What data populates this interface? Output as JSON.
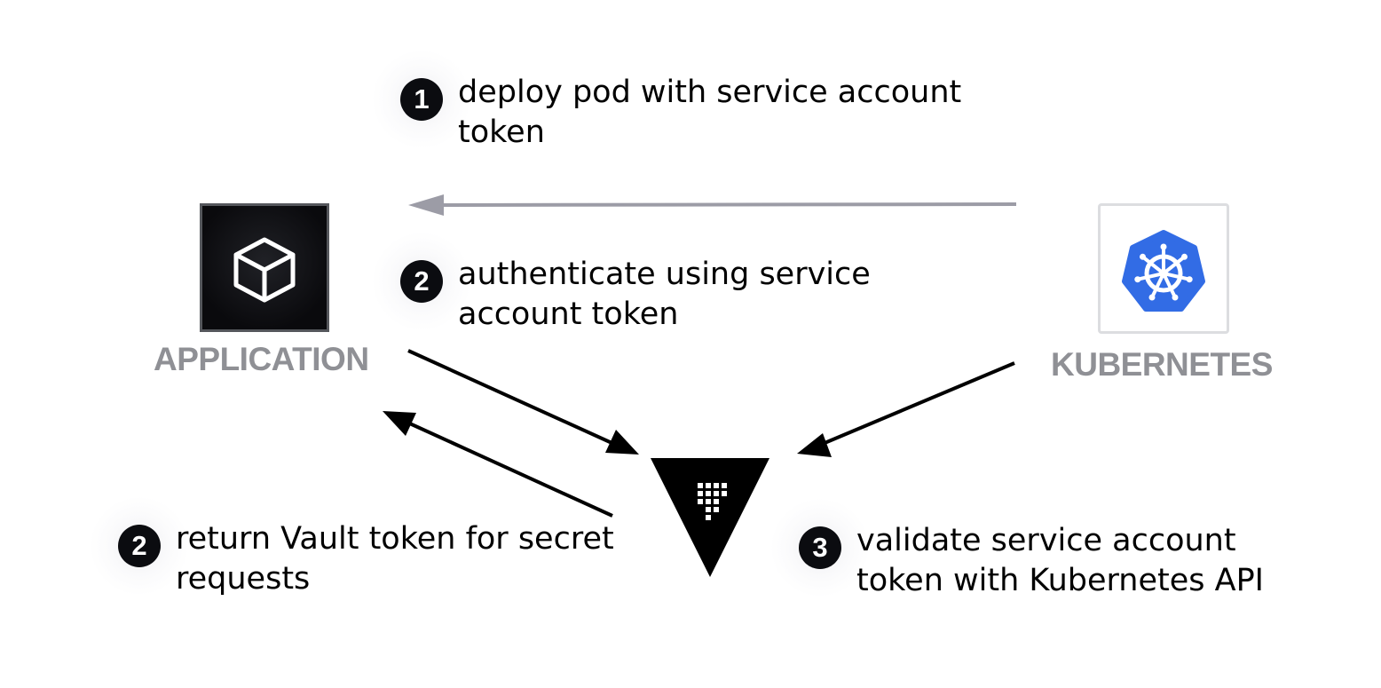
{
  "nodes": {
    "application": {
      "label": "APPLICATION",
      "icon": "cube-icon"
    },
    "kubernetes": {
      "label": "KUBERNETES",
      "icon": "kubernetes-helm-icon",
      "brand_color": "#326ce5"
    },
    "vault": {
      "icon": "vault-triangle-icon"
    }
  },
  "steps": [
    {
      "number": "1",
      "text": "deploy pod with service account\ntoken"
    },
    {
      "number": "2",
      "text": "authenticate using service\naccount token"
    },
    {
      "number": "2",
      "text": "return Vault token for secret\nrequests"
    },
    {
      "number": "3",
      "text": "validate service account\ntoken with Kubernetes API"
    }
  ],
  "colors": {
    "arrow_primary": "#000000",
    "arrow_secondary": "#9c9ca6",
    "label_gray": "#8f9095",
    "badge": "#0b0c10"
  }
}
